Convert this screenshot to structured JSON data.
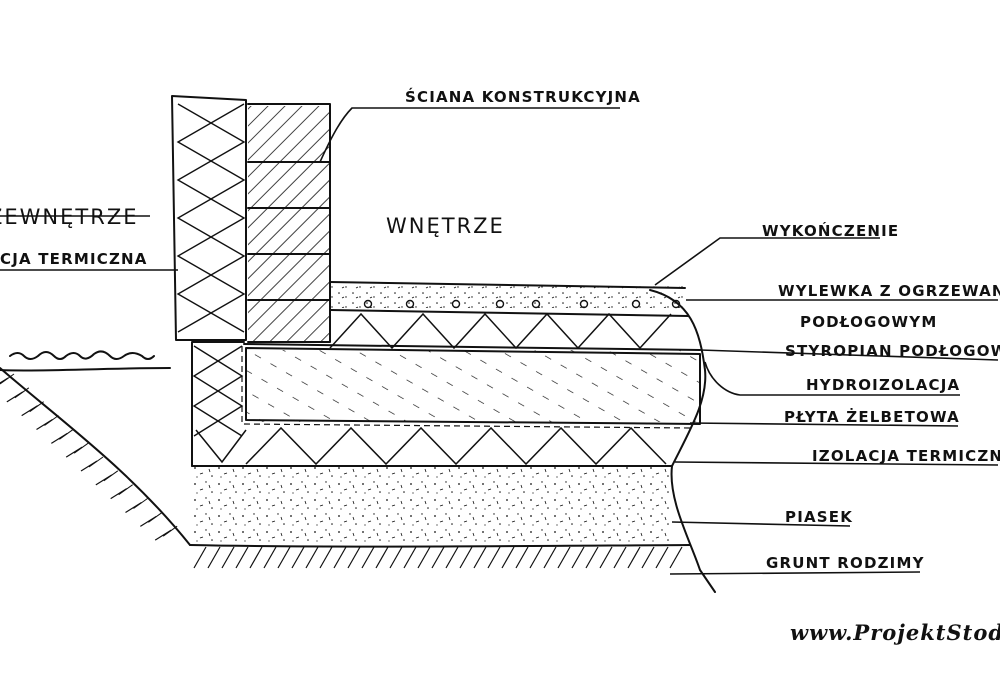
{
  "labels": {
    "sciana": "ŚCIANA KONSTRUKCYJNA",
    "zewnetrze": "ZEWNĘTRZE",
    "izolacja_left": "CJA TERMICZNA",
    "wnetrze": "WNĘTRZE",
    "wykonczenie": "WYKOŃCZENIE",
    "wylewka_1": "WYLEWKA Z OGRZEWANIEM",
    "wylewka_2": "PODŁOGOWYM",
    "styropian": "STYROPIAN PODŁOGOWY",
    "hydro": "HYDROIZOLACJA",
    "plyta": "PŁYTA ŻELBETOWA",
    "izolacja_right": "IZOLACJA TERMICZNA",
    "piasek": "PIASEK",
    "grunt": "GRUNT RODZIMY"
  },
  "watermark": "www.ProjektStodoly"
}
